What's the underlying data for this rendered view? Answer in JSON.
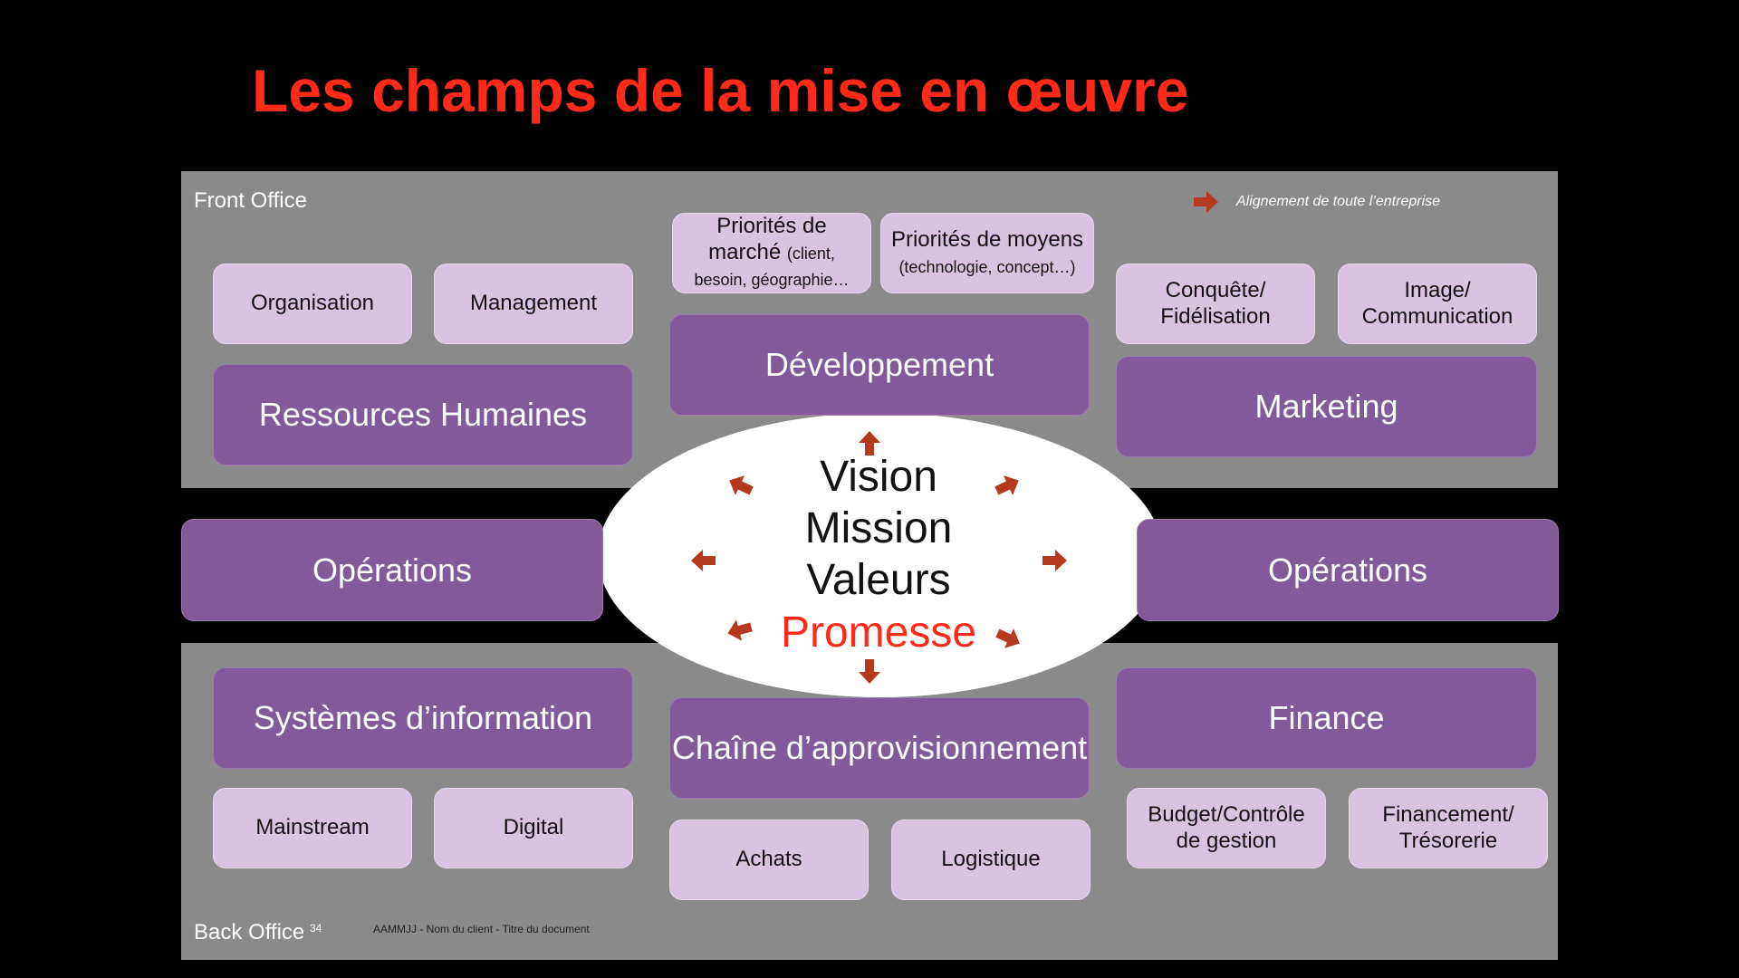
{
  "title": "Les champs de la mise en œuvre",
  "front_office_label": "Front Office",
  "back_office_label": "Back Office",
  "page_number": "34",
  "footer": "AAMMJJ - Nom du client - Titre du document",
  "legend": "Alignement de toute l’entreprise",
  "core": {
    "vision": "Vision",
    "mission": "Mission",
    "valeurs": "Valeurs",
    "promesse": "Promesse"
  },
  "front": {
    "organisation": "Organisation",
    "management": "Management",
    "rh": "Ressources Humaines",
    "prio_marche_main": "Priorités de marché",
    "prio_marche_small": "(client, besoin, géographie…",
    "prio_moyens_main": "Priorités de moyens",
    "prio_moyens_small": "(technologie, concept…)",
    "developpement": "Développement",
    "conquete": "Conquête/ Fidélisation",
    "image": "Image/ Communication",
    "marketing": "Marketing"
  },
  "middle": {
    "operations_left": "Opérations",
    "operations_right": "Opérations"
  },
  "back": {
    "si": "Systèmes d’information",
    "mainstream": "Mainstream",
    "digital": "Digital",
    "chaine": "Chaîne d’approvisionnement",
    "achats": "Achats",
    "logistique": "Logistique",
    "finance": "Finance",
    "budget": "Budget/Contrôle de gestion",
    "financement": "Financement/ Trésorerie"
  },
  "colors": {
    "title": "#ff2a1a",
    "band": "#8a8a8a",
    "dark_box": "#84599a",
    "light_box": "#d9c3e2",
    "arrow": "#b5391c",
    "promesse": "#ff2a1a"
  },
  "icons": [
    "arrow-icon"
  ]
}
